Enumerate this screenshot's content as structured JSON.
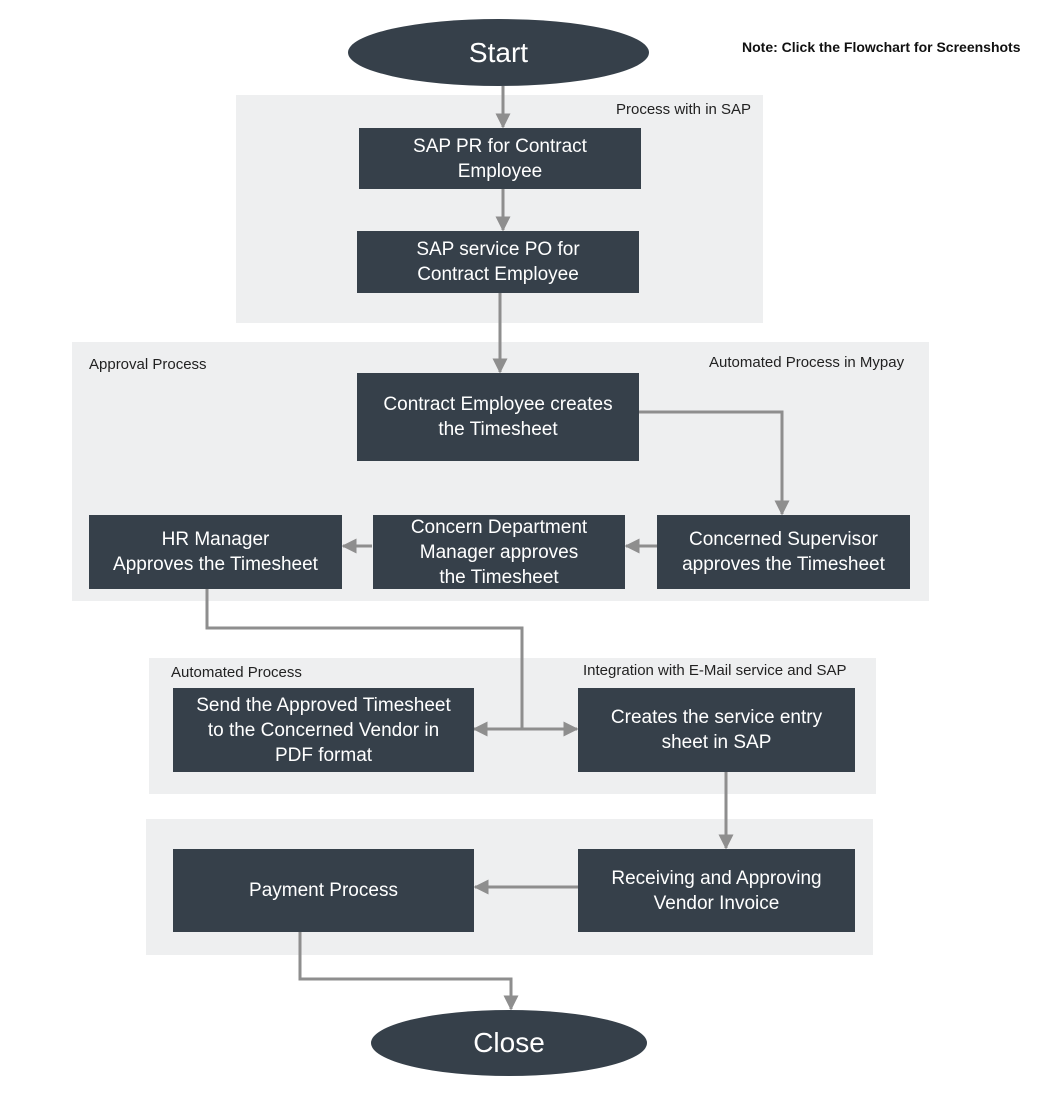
{
  "note": "Note: Click the Flowchart for Screenshots",
  "regions": {
    "sap": "Process with in SAP",
    "approval": "Approval Process",
    "mypay": "Automated Process in Mypay",
    "automated": "Automated Process",
    "integration": "Integration with E-Mail service and SAP"
  },
  "nodes": {
    "start": "Start",
    "sap_pr": "SAP PR for Contract\nEmployee",
    "sap_po": "SAP service PO for\nContract Employee",
    "create_timesheet": "Contract Employee creates\nthe Timesheet",
    "supervisor": "Concerned Supervisor\napproves the Timesheet",
    "dept_manager": "Concern Department\nManager approves\nthe Timesheet",
    "hr_manager": "HR Manager\nApproves the Timesheet",
    "send_pdf": "Send the Approved  Timesheet\nto the Concerned  Vendor in\nPDF format",
    "service_entry": "Creates the service entry\nsheet in SAP",
    "vendor_invoice": "Receiving and Approving\nVendor Invoice",
    "payment": "Payment Process",
    "close": "Close"
  },
  "colors": {
    "node": "#36404a",
    "region": "#eeeff0",
    "connector": "#8e8e8e"
  }
}
